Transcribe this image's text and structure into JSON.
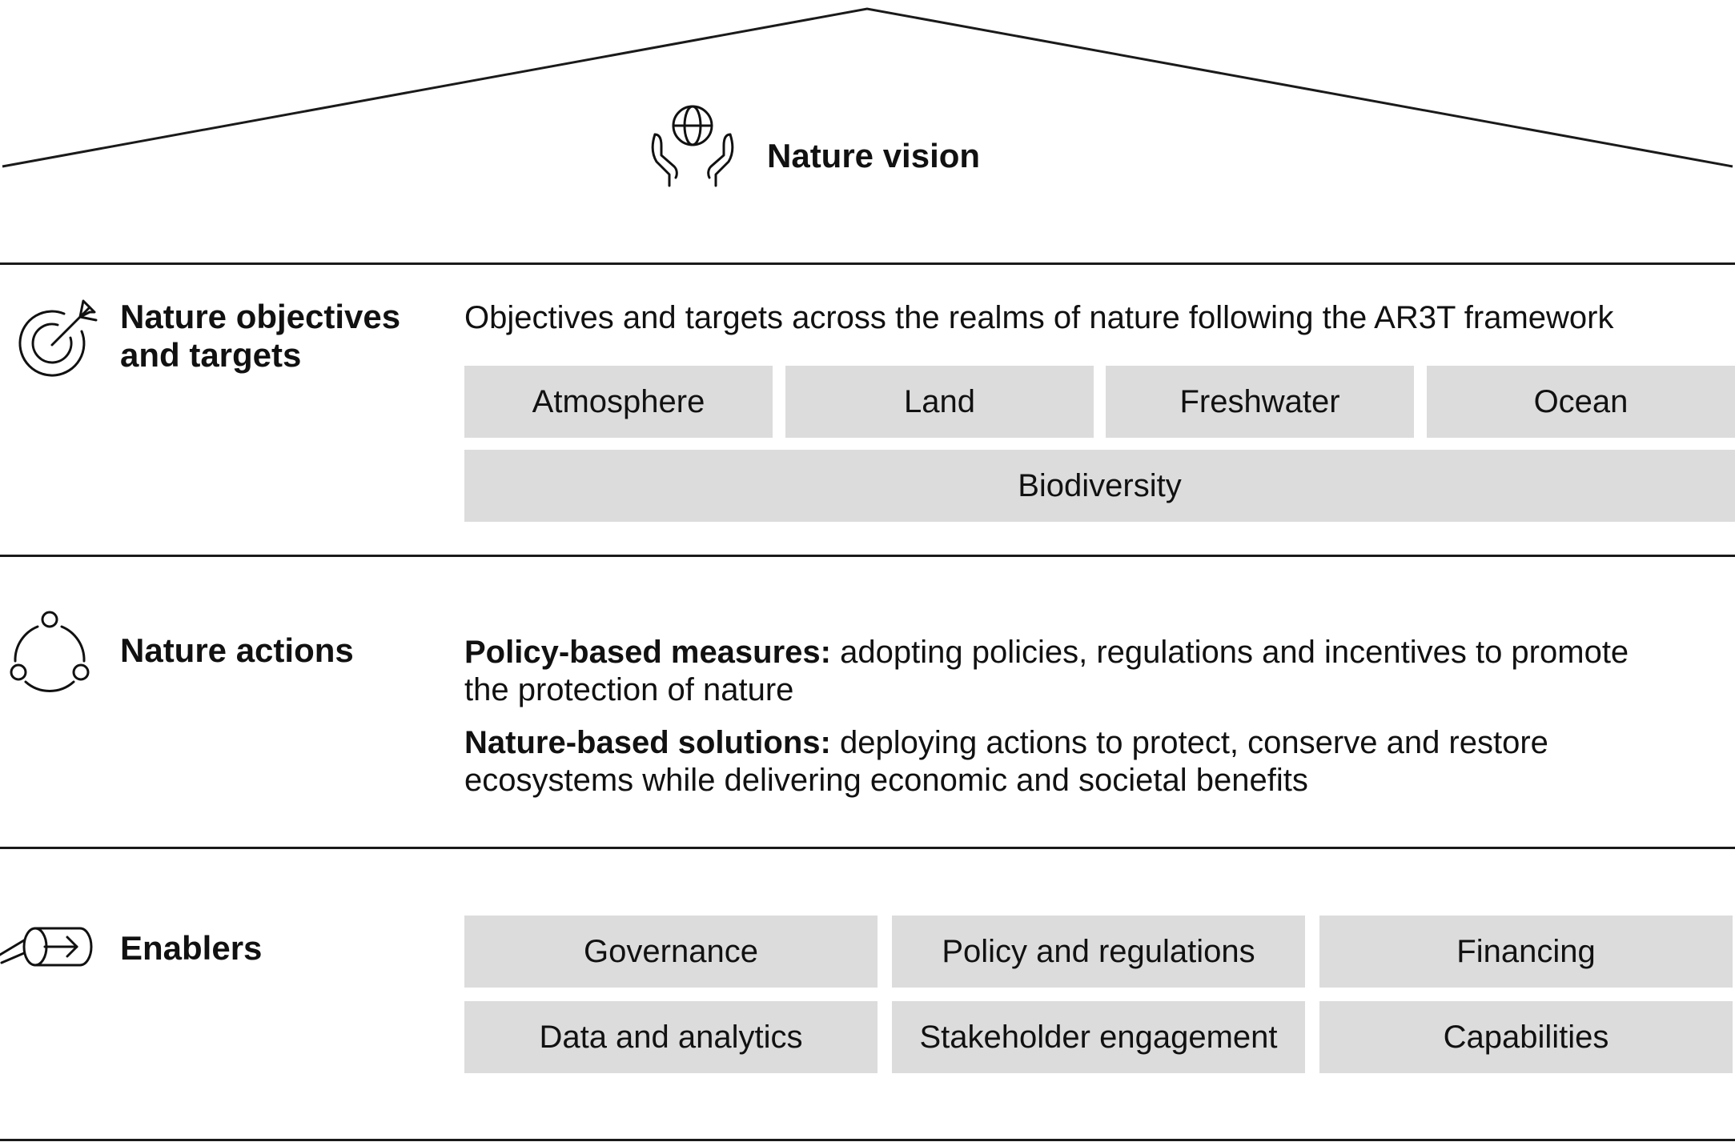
{
  "vision": {
    "title": "Nature vision"
  },
  "objectives": {
    "title_line1": "Nature objectives",
    "title_line2": "and targets",
    "subtitle": "Objectives and targets across the realms of nature following the AR3T framework",
    "realms": [
      "Atmosphere",
      "Land",
      "Freshwater",
      "Ocean"
    ],
    "biodiversity": "Biodiversity"
  },
  "actions": {
    "title": "Nature actions",
    "policy_label": "Policy-based measures:",
    "policy_text": " adopting policies, regulations and incentives to promote the protection of nature",
    "nbs_label": "Nature-based solutions:",
    "nbs_text": " deploying actions to protect, conserve and restore ecosystems while delivering economic and societal benefits"
  },
  "enablers": {
    "title": "Enablers",
    "items": [
      "Governance",
      "Policy and regulations",
      "Financing",
      "Data and analytics",
      "Stakeholder engagement",
      "Capabilities"
    ]
  },
  "icons": {
    "vision": "hands-holding-globe-icon",
    "objectives": "target-with-arrow-icon",
    "actions": "cycle-icon",
    "enablers": "arrow-cylinder-icon"
  },
  "colors": {
    "box_fill": "#dcdcdc",
    "line": "#1a1a1a",
    "text": "#111111"
  }
}
